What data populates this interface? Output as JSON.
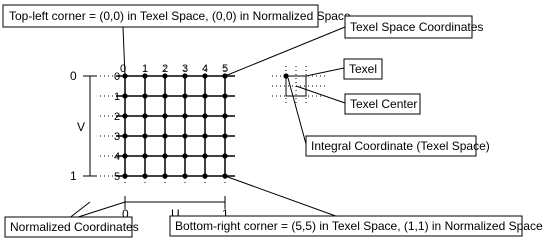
{
  "callouts": {
    "top_left": "Top-left corner = (0,0) in Texel Space, (0,0) in Normalized Space",
    "texel_space_coordinates": "Texel Space Coordinates",
    "texel": "Texel",
    "texel_center": "Texel Center",
    "integral_coordinate": "Integral Coordinate (Texel Space)",
    "normalized_coordinates": "Normalized Coordinates",
    "bottom_right": "Bottom-right corner = (5,5) in Texel Space, (1,1) in Normalized Space"
  },
  "axes": {
    "top_ticks": [
      "0",
      "1",
      "2",
      "3",
      "4",
      "5"
    ],
    "left_ticks": [
      "0",
      "1",
      "2",
      "3",
      "4",
      "5"
    ],
    "v_label": "V",
    "u_label": "U",
    "v_normalized_top": "0",
    "v_normalized_bottom": "1",
    "u_normalized_left": "0",
    "u_normalized_right": "1"
  },
  "grid": {
    "texels": 5
  }
}
